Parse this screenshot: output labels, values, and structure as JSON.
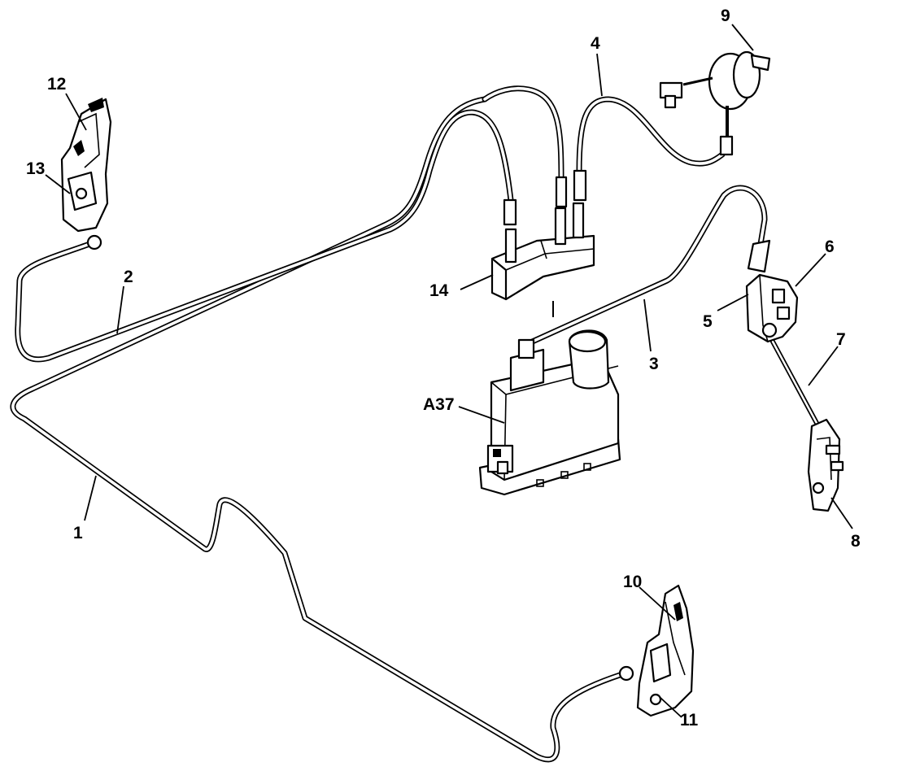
{
  "labels": {
    "l1": "1",
    "l2": "2",
    "l3": "3",
    "l4": "4",
    "l5": "5",
    "l6": "6",
    "l7": "7",
    "l8": "8",
    "l9": "9",
    "l10": "10",
    "l11": "11",
    "l12": "12",
    "l13": "13",
    "l14": "14",
    "a37": "A37"
  }
}
